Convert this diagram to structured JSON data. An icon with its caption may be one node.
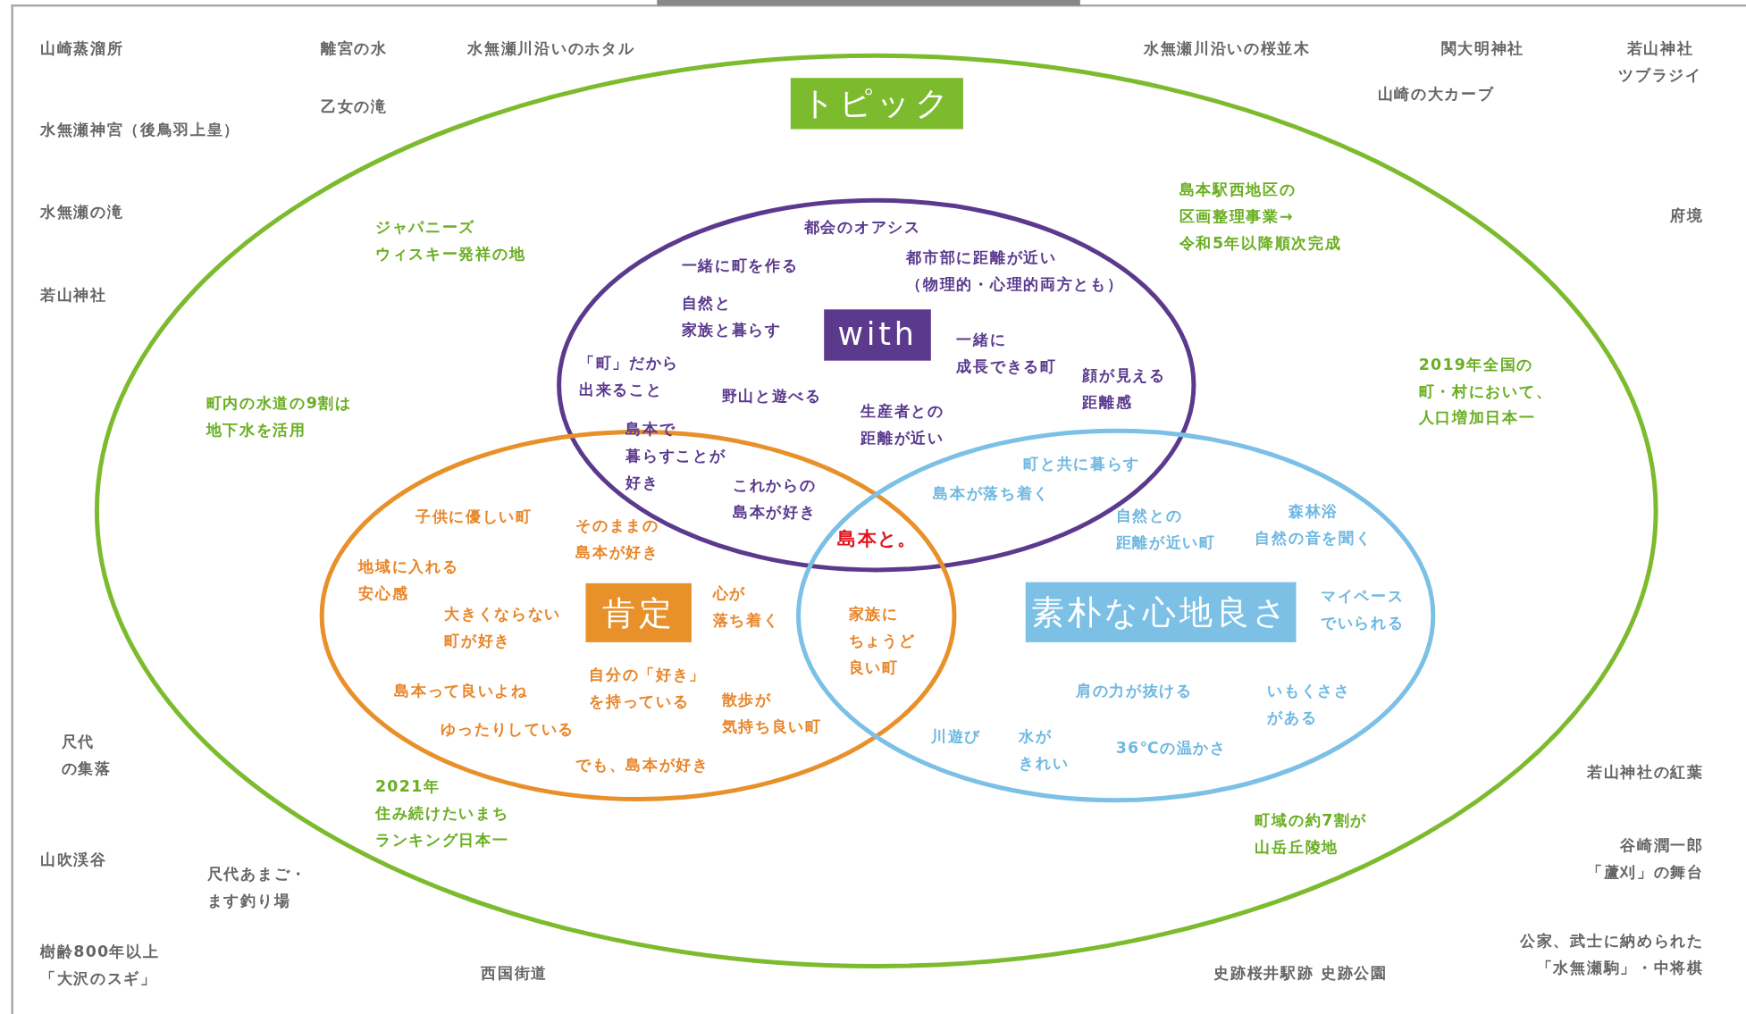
{
  "diagram": {
    "nodes": [
      {
        "text": [
          "トピック",
          "島本駅西地区の区画整理事業→令和5年以降順次完成",
          "ジャパニーズウィスキー発祥の地",
          "2019年全国の町・村において、人口増加日本一",
          "町内の水道の9割は地下水を活用",
          "2021年住み続けたいまちランキング日本一",
          "町域の約7割が山岳丘陵地"
        ]
      },
      {
        "text": [
          "都会のオアシス",
          "一緒に町を作る",
          "都市部に距離が近い（物理的・心理的両方とも）",
          "自然と家族と暮らす",
          "with",
          "一緒に成長できる町",
          "「町」だから出来ること",
          "顔が見える距離感",
          "野山と遊べる",
          "生産者との距離が近い"
        ],
        "in": 0
      },
      {
        "text": [
          "子供に優しい町",
          "地域に入れる安心感",
          "大きくならない町が好き",
          "肯定",
          "心が落ち着く",
          "島本って良いよね",
          "自分の「好き」を持っている",
          "散歩が気持ち良い町",
          "ゆったりしている",
          "でも、島本が好き"
        ],
        "in": 0
      },
      {
        "text": [
          "自然との距離が近い町",
          "森林浴自然の音を聞く",
          "素朴な心地良さ",
          "マイペースでいられる",
          "肩の力が抜ける",
          "いもくささがある",
          "川遊び",
          "水がきれい",
          "36℃の温かさ"
        ],
        "in": 0
      }
    ],
    "labels": [
      "山崎蒸溜所",
      "離宮の水",
      "水無瀬川沿いのホタル",
      "水無瀬川沿いの桜並木",
      "関大明神社",
      "若山神社ツブラジイ",
      "山崎の大カーブ",
      "乙女の滝",
      "水無瀬神宮（後鳥羽上皇）",
      "水無瀬の滝",
      "府境",
      "若山神社",
      "島本で暮らすことが好き",
      "町と共に暮らす",
      "これからの島本が好き",
      "島本が落ち着く",
      "そのままの島本が好き",
      "島本と。",
      "家族にちょうど良い町",
      "尺代の集落",
      "若山神社の紅葉",
      "山吹渓谷",
      "尺代あまご・ます釣り場",
      "谷崎潤一郎「蘆刈」の舞台",
      "樹齢800年以上「大沢のスギ」",
      "西国街道",
      "史跡桜井駅跡 史跡公園",
      "公家、武士に納められた「水無瀬駒」・中将棋"
    ]
  }
}
